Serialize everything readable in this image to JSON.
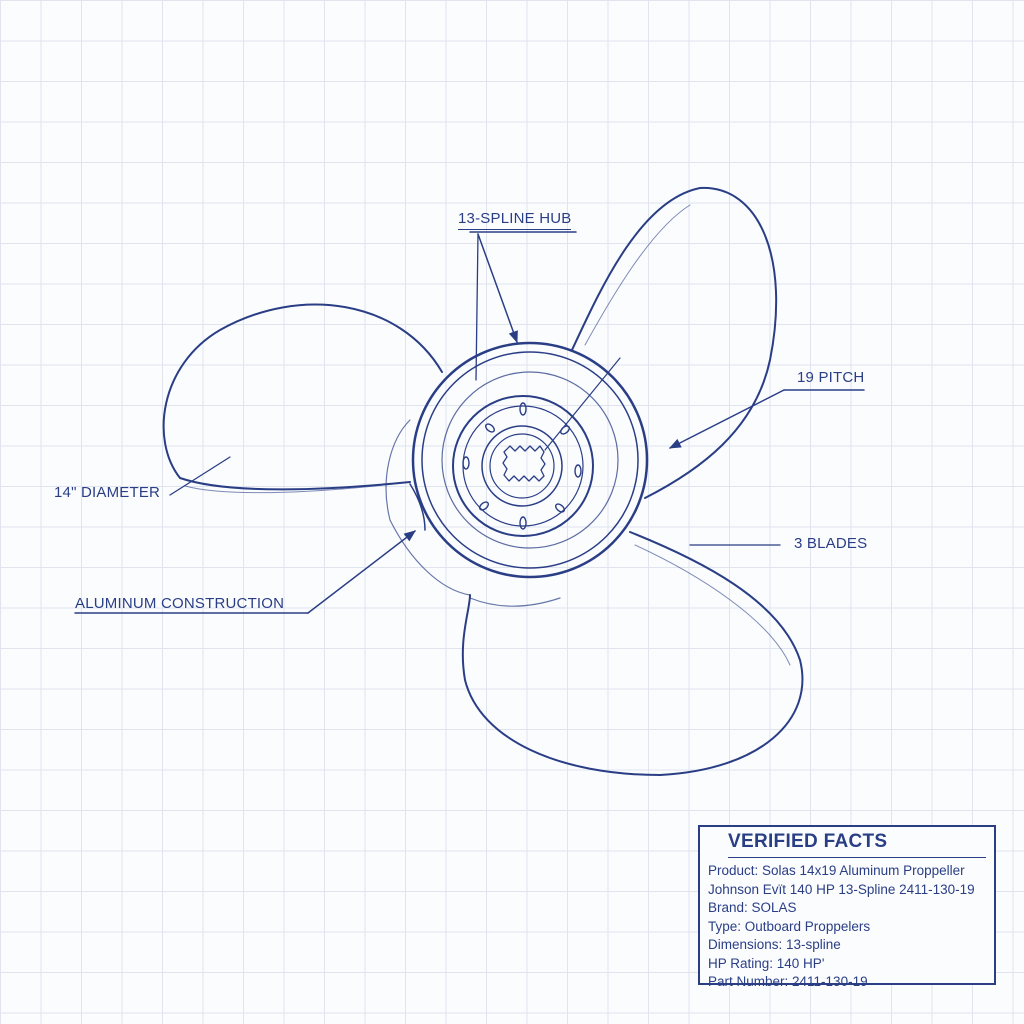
{
  "callouts": {
    "hub": "13-SPLINE HUB",
    "pitch": "19 PITCH",
    "diameter": "14\" DIAMETER",
    "blades": "3 BLADES",
    "construction": "ALUMINUM CONSTRUCTION"
  },
  "facts": {
    "title": "VERIFIED FACTS",
    "rows": [
      "Product: Solas 14x19 Aluminum Proppeller",
      "Johnson Evït 140 HP 13-Spline 2411-130-19",
      "Brand: SOLAS",
      "Type: Outboard Proppelers",
      "Dimensions: 13-spline",
      "HP Rating: 140 HP'",
      "Part Number: 2411-130-19"
    ]
  },
  "colors": {
    "ink": "#2a3e86",
    "grid": "#dfe4ee",
    "paper": "#fbfcfe"
  }
}
